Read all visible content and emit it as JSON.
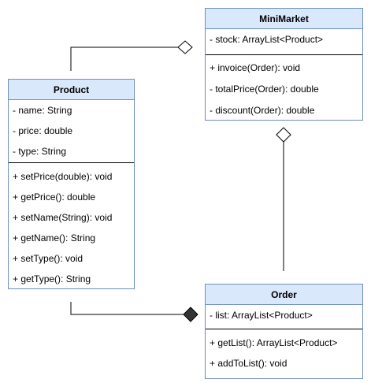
{
  "classes": {
    "product": {
      "name": "Product",
      "attributes": [
        "- name: String",
        "- price: double",
        "- type: String"
      ],
      "operations": [
        "+ setPrice(double): void",
        "+ getPrice(): double",
        "+ setName(String): void",
        "+ getName(): String",
        "+ setType(): void",
        "+ getType(): String"
      ]
    },
    "minimarket": {
      "name": "MiniMarket",
      "attributes": [
        "- stock: ArrayList<Product>"
      ],
      "operations": [
        "+ invoice(Order): void",
        "- totalPrice(Order): double",
        "- discount(Order): double"
      ]
    },
    "order": {
      "name": "Order",
      "attributes": [
        "- list: ArrayList<Product>"
      ],
      "operations": [
        "+ getList(): ArrayList<Product>",
        "+ addToList(): void"
      ]
    }
  },
  "relationships": [
    {
      "from": "Product",
      "to": "MiniMarket",
      "type": "aggregation"
    },
    {
      "from": "Order",
      "to": "MiniMarket",
      "type": "aggregation"
    },
    {
      "from": "Product",
      "to": "Order",
      "type": "composition"
    }
  ],
  "colors": {
    "header_fill": "#dae8fc",
    "border": "#6c8ebf",
    "line": "#000000",
    "composition_fill": "#333333"
  }
}
